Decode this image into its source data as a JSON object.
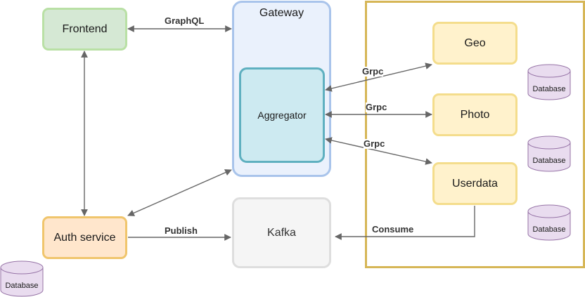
{
  "nodes": {
    "frontend": "Frontend",
    "auth_service": "Auth service",
    "gateway": "Gateway",
    "aggregator": "Aggregator",
    "kafka": "Kafka",
    "geo": "Geo",
    "photo": "Photo",
    "userdata": "Userdata"
  },
  "databases": [
    "Database",
    "Database",
    "Database",
    "Database"
  ],
  "edge_labels": {
    "frontend_gateway": "GraphQL",
    "aggregator_geo": "Grpc",
    "aggregator_photo": "Grpc",
    "aggregator_userdata": "Grpc",
    "auth_kafka": "Publish",
    "userdata_kafka": "Consume"
  },
  "colors": {
    "frontend_fill": "#d5e8d4",
    "auth_fill": "#ffe6cc",
    "gateway_fill": "#eaf1fc",
    "aggregator_fill": "#cdeaf1",
    "kafka_fill": "#f5f5f5",
    "service_fill": "#fff2cc",
    "cluster_border": "#d6b656",
    "database_fill": "#e9dcef",
    "edge": "#666666"
  }
}
